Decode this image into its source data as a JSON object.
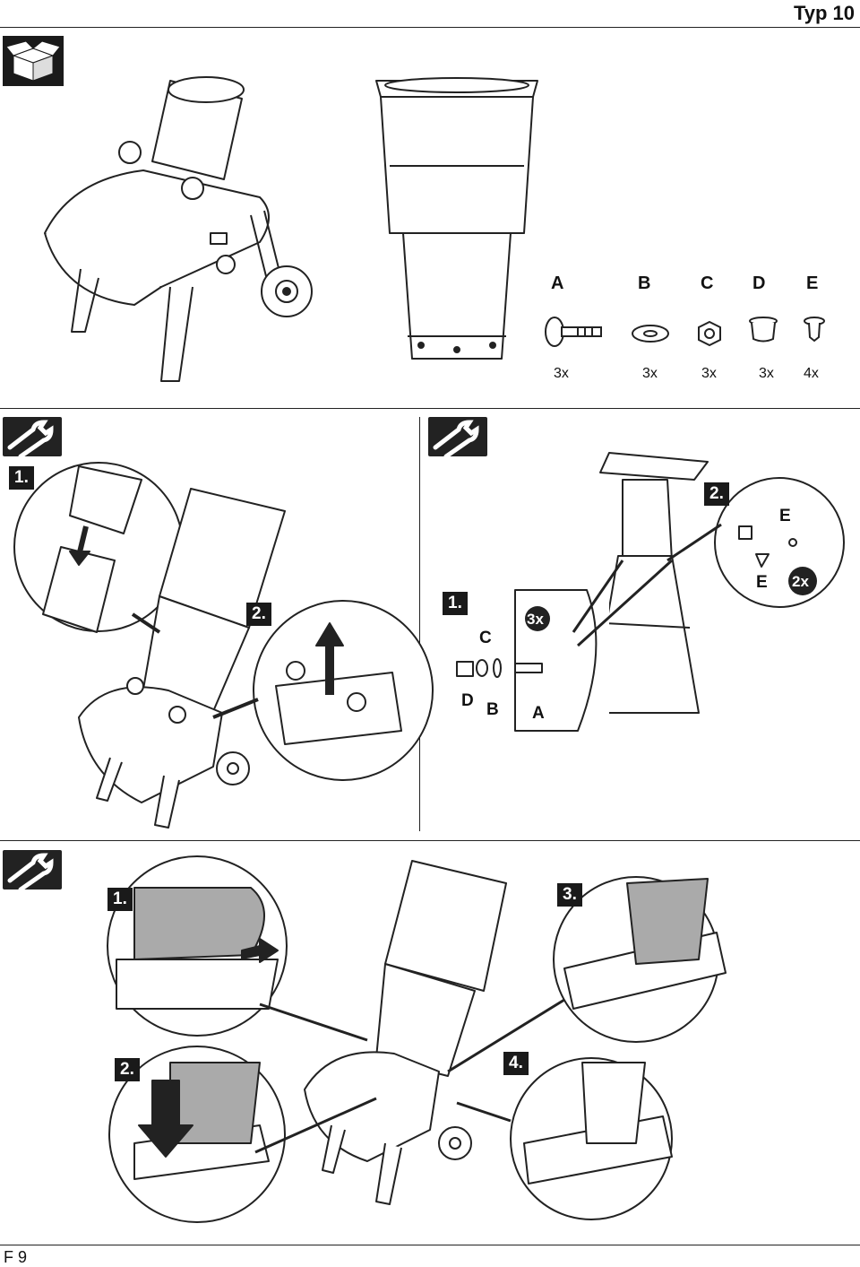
{
  "header": {
    "title": "Typ 10"
  },
  "footer": {
    "page": "F 9"
  },
  "icons": {
    "box": "box-unpack-icon",
    "wrench": "wrench-icon"
  },
  "parts": [
    {
      "letter": "A",
      "qty": "3x",
      "icon": "bolt-icon"
    },
    {
      "letter": "B",
      "qty": "3x",
      "icon": "washer-icon"
    },
    {
      "letter": "C",
      "qty": "3x",
      "icon": "nut-icon"
    },
    {
      "letter": "D",
      "qty": "3x",
      "icon": "cap-icon"
    },
    {
      "letter": "E",
      "qty": "4x",
      "icon": "push-rivet-icon"
    }
  ],
  "section2": {
    "left": {
      "step1": "1.",
      "step2": "2."
    },
    "right": {
      "step1": "1.",
      "step2": "2.",
      "badge_3x": "3x",
      "badge_2x": "2x",
      "label_c": "C",
      "label_d": "D",
      "label_b": "B",
      "label_a": "A",
      "label_e_top": "E",
      "label_e_bottom": "E"
    }
  },
  "section3": {
    "step1": "1.",
    "step2": "2.",
    "step3": "3.",
    "step4": "4."
  }
}
